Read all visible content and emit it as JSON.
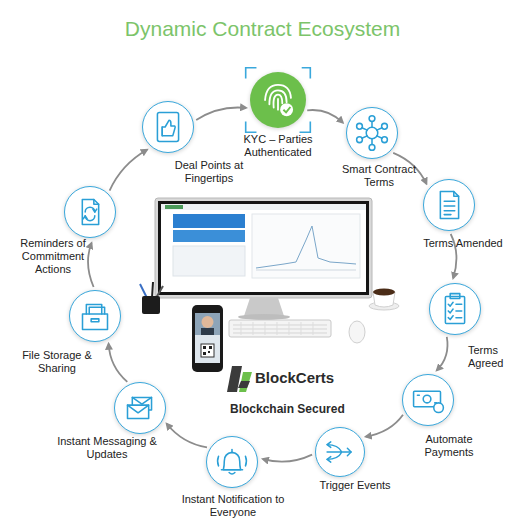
{
  "diagram": {
    "title": "Dynamic Contract Ecosystem",
    "nodes": [
      {
        "text": [
          "KYC – Parties Authenticated"
        ]
      },
      {
        "text": [
          "Smart Contract Terms"
        ]
      },
      {
        "text": [
          "Terms Amended"
        ]
      },
      {
        "text": [
          "Terms Agreed"
        ]
      },
      {
        "text": [
          "Automate Payments"
        ]
      },
      {
        "text": [
          "Trigger Events"
        ]
      },
      {
        "text": [
          "Instant Notification to Everyone"
        ]
      },
      {
        "text": [
          "Instant Messaging & Updates"
        ]
      },
      {
        "text": [
          "File Storage & Sharing"
        ]
      },
      {
        "text": [
          "Reminders of Commitment Actions"
        ]
      },
      {
        "text": [
          "Deal Points at Fingertips"
        ]
      }
    ],
    "edges": [
      {
        "from": 0,
        "to": 1,
        "arrow": "to"
      },
      {
        "from": 1,
        "to": 2,
        "arrow": "to"
      },
      {
        "from": 2,
        "to": 3,
        "arrow": "to"
      },
      {
        "from": 3,
        "to": 4,
        "arrow": "to"
      },
      {
        "from": 4,
        "to": 5,
        "arrow": "to"
      },
      {
        "from": 5,
        "to": 6,
        "arrow": "to"
      },
      {
        "from": 6,
        "to": 7,
        "arrow": "to"
      },
      {
        "from": 7,
        "to": 8,
        "arrow": "to"
      },
      {
        "from": 8,
        "to": 9,
        "arrow": "to"
      },
      {
        "from": 9,
        "to": 10,
        "arrow": "to"
      },
      {
        "from": 10,
        "to": 0,
        "arrow": "to"
      }
    ],
    "labels": [
      "BlockCerts",
      "Blockchain Secured"
    ]
  }
}
